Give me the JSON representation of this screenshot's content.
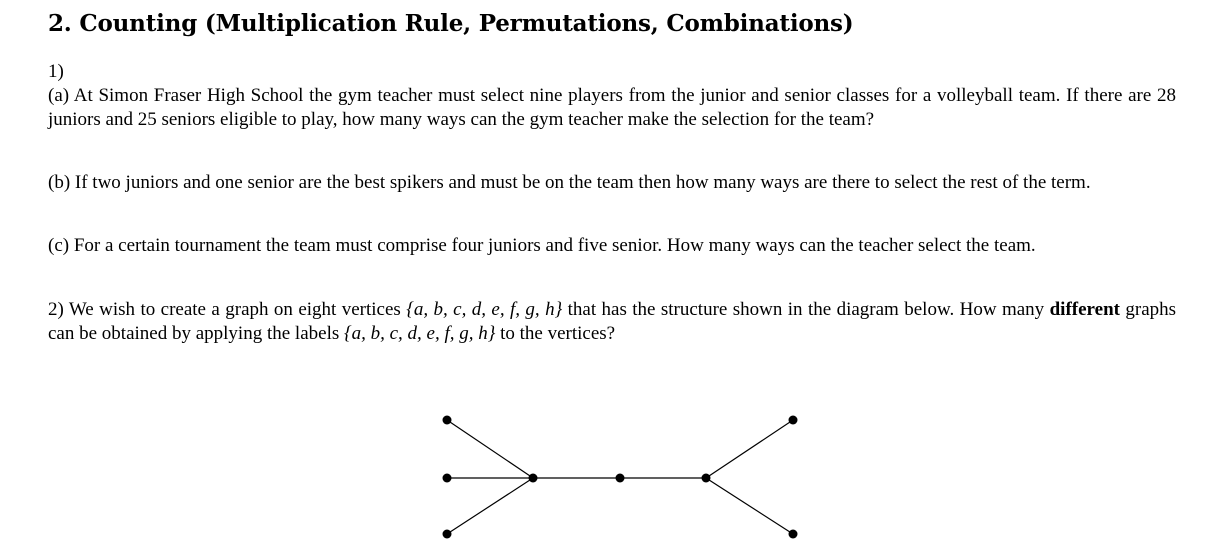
{
  "section": {
    "title": "2. Counting (Multiplication Rule, Permutations, Combinations)"
  },
  "problem1": {
    "number": "1)",
    "part_a": {
      "lead": "(a) At Simon Fraser High School the gym teacher must select nine players from the junior and senior classes for a volleyball team. If there are",
      "juniors_count": "28",
      "mid": "juniors and",
      "seniors_count": "25",
      "tail": "seniors eligible to play, how many ways can the gym teacher make the selection for the team?"
    },
    "part_b": {
      "text": "(b) If two juniors and one senior are the best spikers and must be on the team then how many ways are there to select the rest of the term."
    },
    "part_c": {
      "text": "(c) For a certain tournament the team must comprise four juniors and five senior. How many ways can the teacher select the team."
    }
  },
  "problem2": {
    "lead": "2) We wish to create a graph on eight vertices",
    "vertex_set": "{a, b, c, d, e, f, g, h}",
    "mid": "that has the structure shown in the diagram below. How many",
    "emphasis": "different",
    "mid2": "graphs can be obtained by applying the labels",
    "tail": "to the vertices?"
  },
  "graph": {
    "vertices": [
      {
        "id": "L1"
      },
      {
        "id": "L2"
      },
      {
        "id": "L3"
      },
      {
        "id": "C1"
      },
      {
        "id": "C2"
      },
      {
        "id": "C3"
      },
      {
        "id": "R1"
      },
      {
        "id": "R2"
      }
    ],
    "edges": [
      [
        "L1",
        "C1"
      ],
      [
        "L2",
        "C1"
      ],
      [
        "L3",
        "C1"
      ],
      [
        "C1",
        "C2"
      ],
      [
        "C2",
        "C3"
      ],
      [
        "C3",
        "R1"
      ],
      [
        "C3",
        "R2"
      ]
    ]
  }
}
